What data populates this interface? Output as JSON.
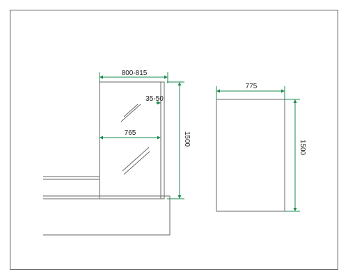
{
  "dimensions": {
    "panel_width": "800-815",
    "glass_offset": "35-50",
    "panel_height": "1500",
    "inner_width": "765",
    "side_panel_width": "775",
    "side_panel_height": "1500"
  },
  "colors": {
    "dimension_line": "#1b8a4c",
    "outline": "#555555"
  }
}
